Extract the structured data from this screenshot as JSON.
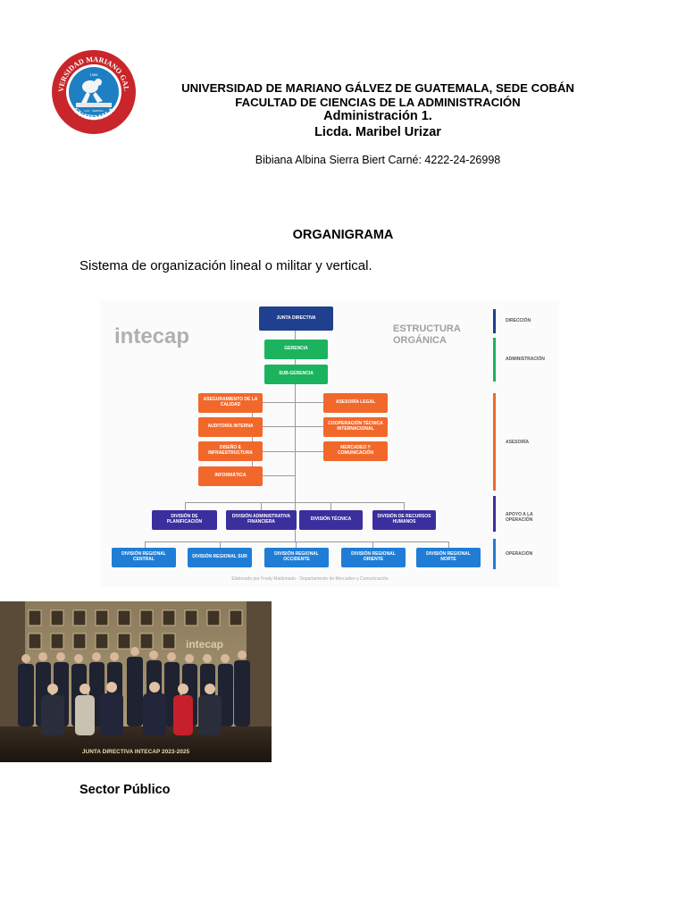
{
  "seal": {
    "text_top": "UNIVERSIDAD MARIANO GALVEZ",
    "text_bottom": "GUATEMALA",
    "year": "1966",
    "colors": {
      "outer": "#c8262b",
      "ring": "#ffffff",
      "inner": "#1f7fc3",
      "figure": "#f4f4f4"
    }
  },
  "header": {
    "line1": "UNIVERSIDAD DE MARIANO GÁLVEZ DE GUATEMALA, SEDE COBÁN",
    "line2": "FACULTAD DE CIENCIAS DE LA ADMINISTRACIÓN",
    "line3": "Administración 1.",
    "line4": "Licda. Maribel Urizar"
  },
  "student": "Bibiana Albina  Sierra Biert Carné: 4222-24-26998",
  "title": "ORGANIGRAMA",
  "subtitle": "Sistema de organización lineal o militar y vertical.",
  "org_chart": {
    "logo": "intecap",
    "heading": "ESTRUCTURA ORGÁNICA",
    "junta": "JUNTA DIRECTIVA",
    "gerencia": "GERENCIA",
    "subgerencia": "SUB-GERENCIA",
    "left_staff": [
      "ASEGURAMIENTO DE LA CALIDAD",
      "AUDITORÍA INTERNA",
      "DISEÑO E INFRAESTRUCTURA",
      "INFORMÁTICA"
    ],
    "right_staff": [
      "ASESORÍA LEGAL",
      "COOPERACIÓN TÉCNICA INTERNACIONAL",
      "MERCADEO Y COMUNICACIÓN"
    ],
    "divisions": [
      "DIVISIÓN DE PLANIFICACIÓN",
      "DIVISIÓN ADMINISTRATIVA FINANCIERA",
      "DIVISIÓN TÉCNICA",
      "DIVISIÓN DE RECURSOS HUMANOS"
    ],
    "regional": [
      "DIVISIÓN REGIONAL CENTRAL",
      "DIVISIÓN REGIONAL SUR",
      "DIVISIÓN REGIONAL OCCIDENTE",
      "DIVISIÓN REGIONAL ORIENTE",
      "DIVISIÓN REGIONAL NORTE"
    ],
    "levels": [
      "DIRECCIÓN",
      "ADMINISTRACIÓN",
      "ASESORÍA",
      "APOYO A LA OPERACIÓN",
      "OPERACIÓN"
    ],
    "credit": "Elaborado por Fredy Maldonado - Departamento de Mercadeo y Comunicación",
    "colors": {
      "direccion": "#1f3f8f",
      "administracion": "#1cb35f",
      "asesoria": "#f2682b",
      "apoyo": "#3b2f9e",
      "operacion": "#1f7dd6"
    }
  },
  "photo": {
    "caption": "JUNTA DIRECTIVA INTECAP 2023-2025",
    "wall_logo": "intecap"
  },
  "footer_heading": "Sector Público"
}
